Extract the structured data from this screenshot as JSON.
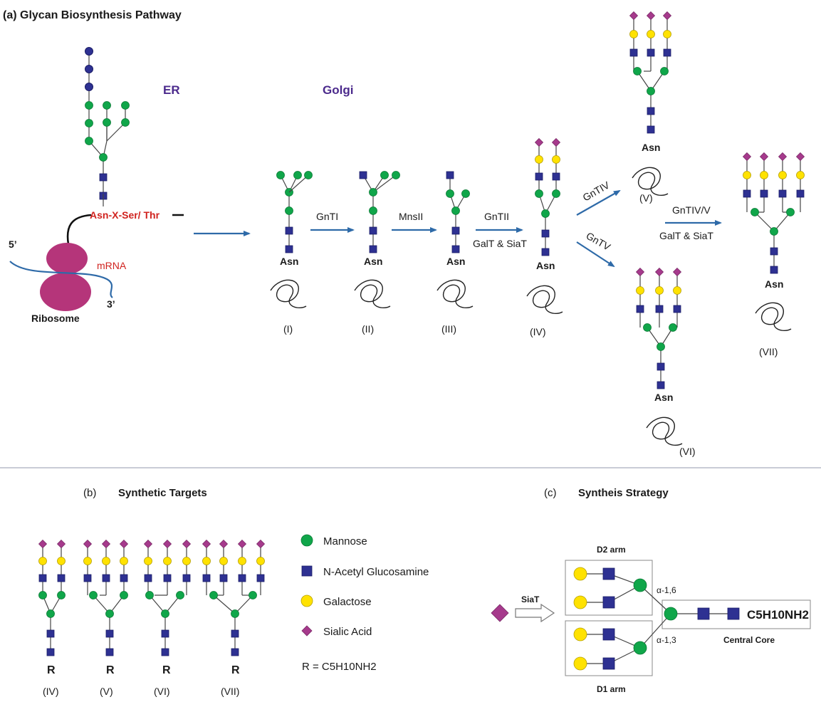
{
  "panel_a": {
    "title": "(a) Glycan Biosynthesis Pathway",
    "er": "ER",
    "golgi": "Golgi",
    "sequon": "Asn-X-Ser/ Thr",
    "five_prime": "5’",
    "three_prime": "3’",
    "mrna": "mRNA",
    "ribosome": "Ribosome",
    "asn": "Asn",
    "enzymes": {
      "gnt1": "GnTI",
      "mns2": "MnsII",
      "gnt2": "GnTII",
      "galt_siat_1": "GalT & SiaT",
      "gnt4": "GnTIV",
      "gnt5": "GnTV",
      "gnt45": "GnTIV/V",
      "galt_siat_2": "GalT & SiaT"
    },
    "numerals": {
      "i": "(I)",
      "ii": "(II)",
      "iii": "(III)",
      "iv": "(IV)",
      "v": "(V)",
      "vi": "(VI)",
      "vii": "(VII)"
    }
  },
  "panel_b": {
    "label": "(b)",
    "title": "Synthetic Targets",
    "r": "R",
    "numerals": [
      "(IV)",
      "(V)",
      "(VI)",
      "(VII)"
    ],
    "legend": {
      "mannose": "Mannose",
      "glcnac": "N-Acetyl Glucosamine",
      "galactose": "Galactose",
      "sialic": "Sialic Acid",
      "r_def": "R = C5H10NH2"
    }
  },
  "panel_c": {
    "label": "(c)",
    "title": "Syntheis Strategy",
    "d2": "D2 arm",
    "d1": "D1 arm",
    "a16": "α-1,6",
    "a13": "α-1,3",
    "siat": "SiaT",
    "core_label": "Central Core",
    "c5": "C5H10NH2"
  },
  "colors": {
    "mannose": "#10a64a",
    "glcnac": "#2e3192",
    "galactose": "#ffe200",
    "sialic": "#a63a8c",
    "arrow": "#2e6aa8",
    "er_golgi": "#4b2a8c",
    "sequon": "#d0231f",
    "ribosome": "#b5357a"
  }
}
